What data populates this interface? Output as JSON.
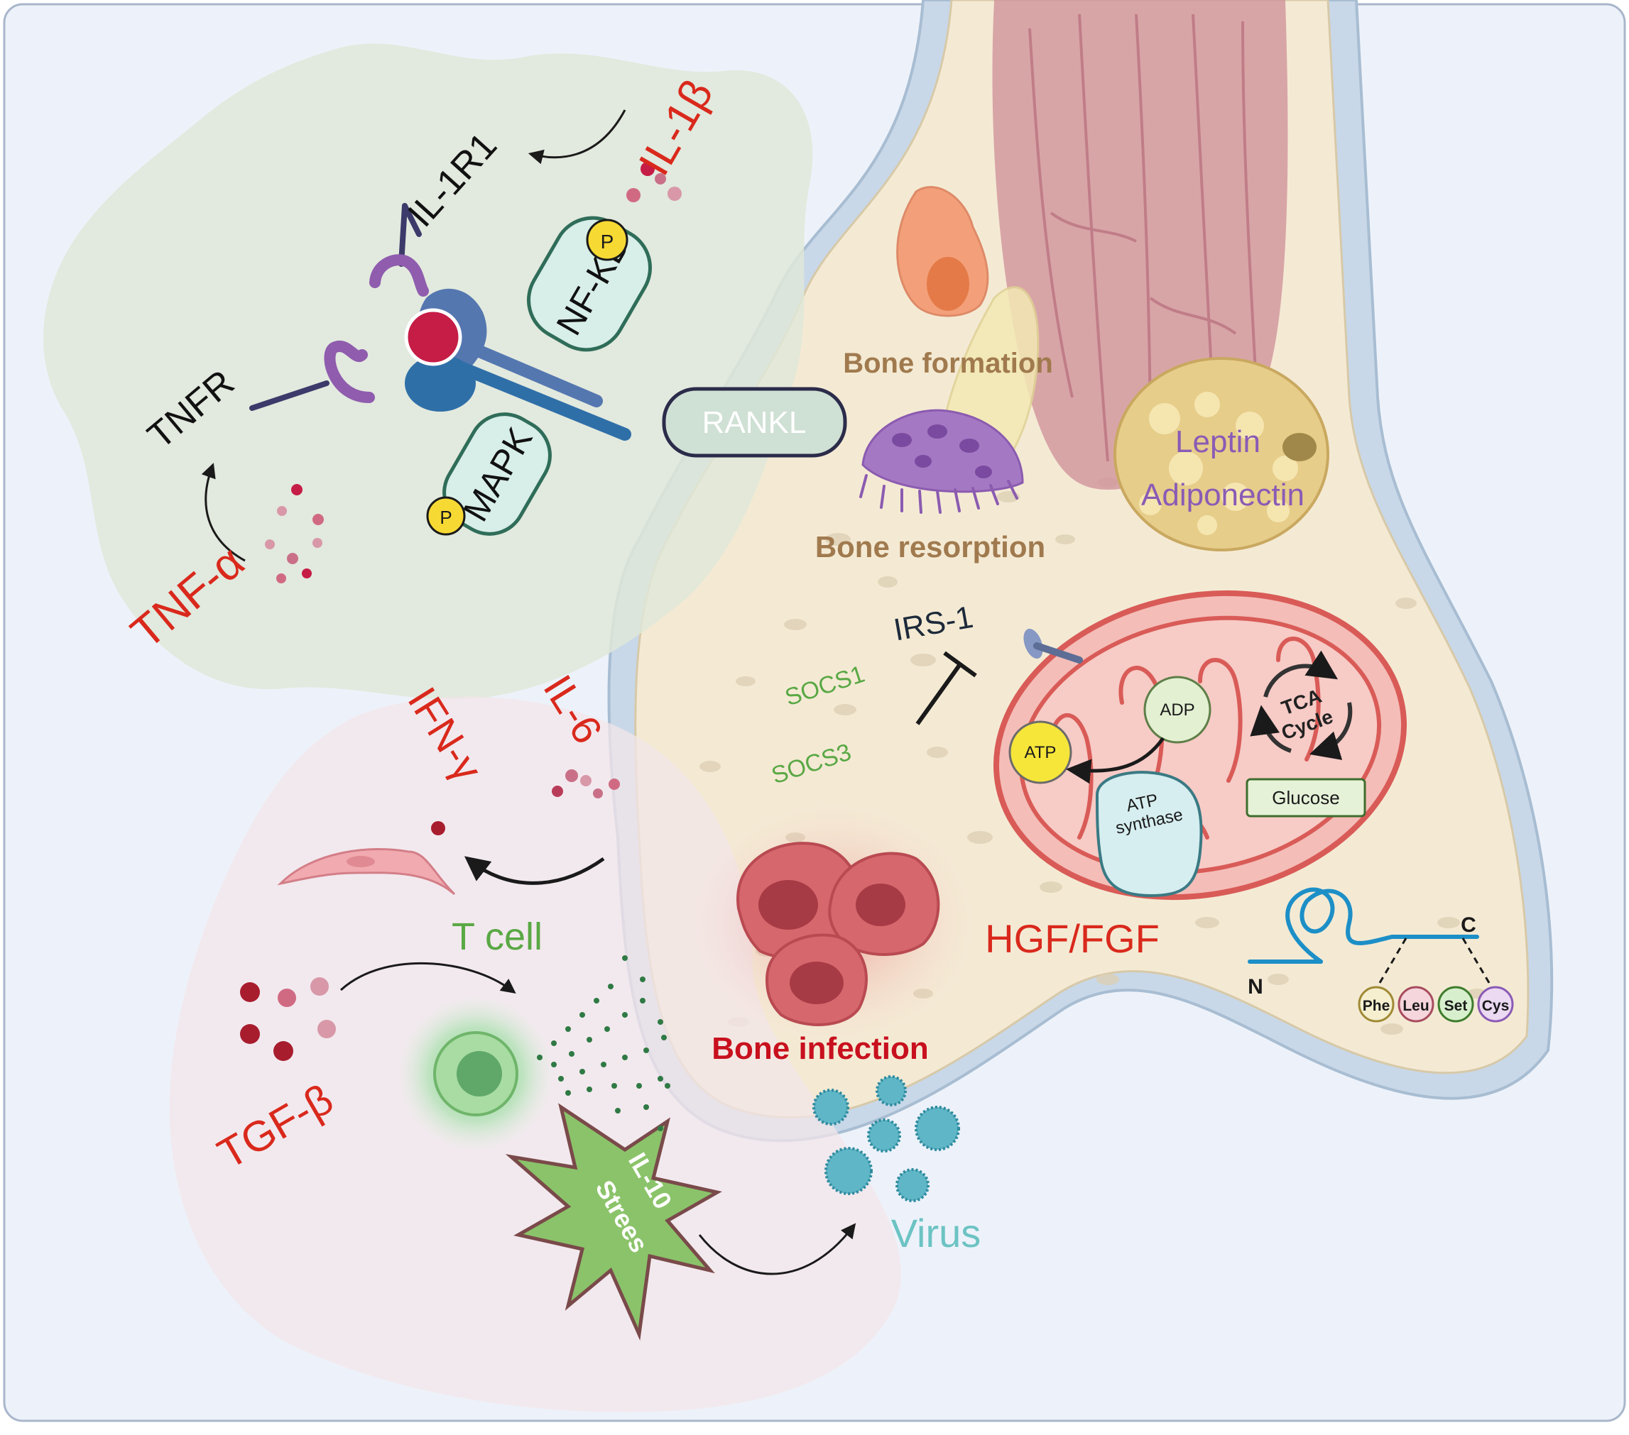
{
  "labels": {
    "il1b": "IL-1β",
    "il1r1": "IL-1R1",
    "nfkb": "NF-KB",
    "p": "P",
    "tnfr": "TNFR",
    "mapk": "MAPK",
    "tnfa": "TNF-α",
    "rankl": "RANKL",
    "bone_formation": "Bone formation",
    "bone_resorption": "Bone resorption",
    "leptin": "Leptin",
    "adiponectin": "Adiponectin",
    "irs1": "IRS-1",
    "socs1": "SOCS1",
    "socs3": "SOCS3",
    "adp": "ADP",
    "atp": "ATP",
    "atp_synthase_line1": "ATP",
    "atp_synthase_line2": "synthase",
    "tca_line1": "TCA",
    "tca_line2": "Cycle",
    "glucose": "Glucose",
    "hgf_fgf": "HGF/FGF",
    "n_term": "N",
    "c_term": "C",
    "aa": [
      "Phe",
      "Leu",
      "Set",
      "Cys"
    ],
    "ifng": "IFN-γ",
    "il6": "IL-6",
    "t_cell": "T cell",
    "tgfb": "TGF-β",
    "bone_infection": "Bone infection",
    "il10": "IL-10",
    "stress": "Strees",
    "virus": "Virus"
  },
  "colors": {
    "cytokine_red": "#d9291c",
    "bone_label": "#a07a4e",
    "adipo_label": "#8a5bb5",
    "socs_green": "#5aa845",
    "infection_red": "#c8101e",
    "virus_teal": "#6cc3c3"
  }
}
